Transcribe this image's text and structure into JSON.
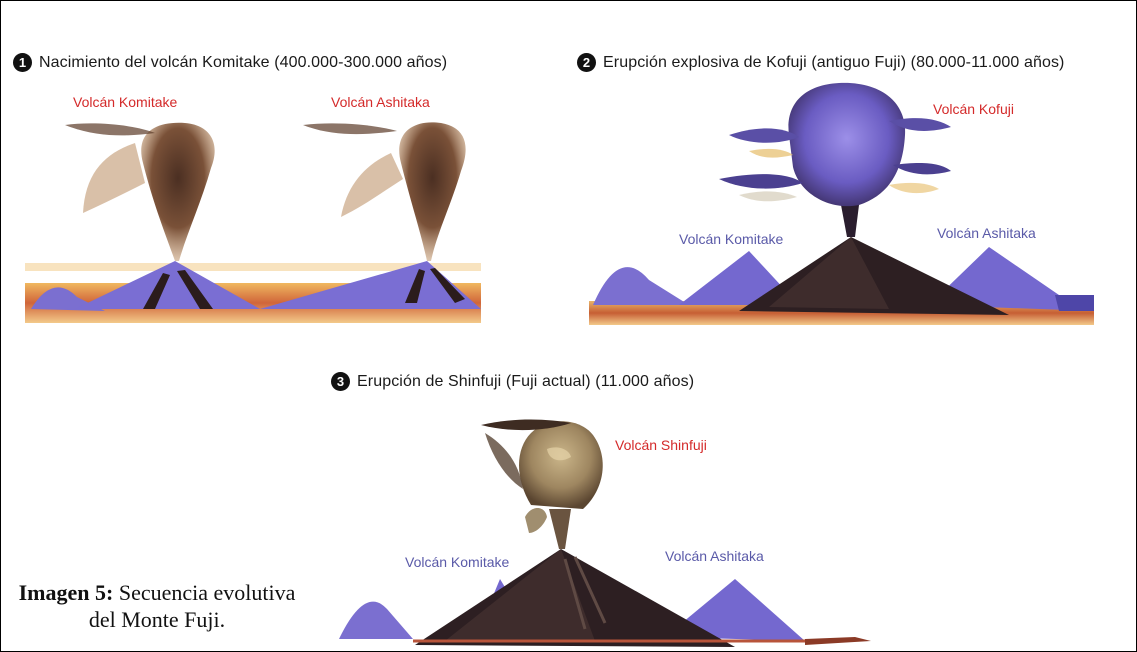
{
  "steps": [
    {
      "number": "1",
      "heading": "Nacimiento del volcán Komitake (400.000-300.000 años)",
      "labels": {
        "main": "Volcán Komitake",
        "second": "Volcán Ashitaka"
      }
    },
    {
      "number": "2",
      "heading": "Erupción explosiva de Kofuji (antiguo Fuji) (80.000-11.000 años)",
      "labels": {
        "main": "Volcán Kofuji",
        "left": "Volcán Komitake",
        "right": "Volcán Ashitaka"
      }
    },
    {
      "number": "3",
      "heading": "Erupción de Shinfuji (Fuji actual) (11.000 años)",
      "labels": {
        "main": "Volcán Shinfuji",
        "left": "Volcán Komitake",
        "right": "Volcán Ashitaka"
      }
    }
  ],
  "caption": {
    "label": "Imagen 5:",
    "text": " Secuencia evolutiva del Monte Fuji."
  },
  "colors": {
    "label_red": "#d42a2a",
    "label_blue": "#5a5aa8",
    "mountain_purple": "#7b6fd0",
    "eruption_brown": "#6e4a32",
    "ground_orange": "#e0a24a"
  },
  "icons": [
    "number-badge-1",
    "number-badge-2",
    "number-badge-3"
  ]
}
